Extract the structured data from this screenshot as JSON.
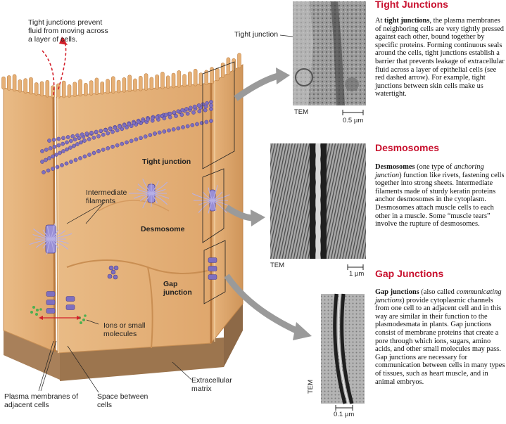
{
  "diagram": {
    "labels": {
      "tight_prevent": "Tight junctions prevent fluid from moving across a layer of cells.",
      "intermediate_filaments": "Intermediate filaments",
      "tight_junction": "Tight junction",
      "desmosome": "Desmosome",
      "gap_junction": "Gap junction",
      "ions": "Ions or small molecules",
      "plasma_membranes": "Plasma membranes of adjacent cells",
      "space_between": "Space between cells",
      "extracellular_matrix": "Extracellular matrix",
      "tight_junction_micro": "Tight junction"
    },
    "micrographs": {
      "tem1": "TEM",
      "scale1": "0.5 µm",
      "tem2": "TEM",
      "scale2": "1 µm",
      "tem3": "TEM",
      "scale3": "0.1 µm"
    }
  },
  "panels": {
    "tight": {
      "title": "Tight Junctions",
      "lead": "At ",
      "term": "tight junctions",
      "body": ", the plasma membranes of neighboring cells are very tightly pressed against each other, bound together by specific proteins. Forming continuous seals around the cells, tight junctions establish a barrier that prevents leakage of extracellular fluid across a layer of epithelial cells (see red dashed arrow). For example, tight junctions between skin cells make us watertight."
    },
    "desmosomes": {
      "title": "Desmosomes",
      "term": "Desmosomes",
      "pre": " (one type of ",
      "italic": "anchoring junction",
      "body": ") function like rivets, fastening cells together into strong sheets. Intermediate filaments made of sturdy keratin proteins anchor desmosomes in the cytoplasm. Desmosomes attach muscle cells to each other in a muscle. Some “muscle tears” involve the rupture of desmosomes."
    },
    "gap": {
      "title": "Gap Junctions",
      "term": "Gap junctions",
      "pre": " (also called ",
      "italic": "communicating junctions",
      "body": ") provide cytoplasmic channels from one cell to an adjacent cell and in this way are similar in their function to the plasmodesmata in plants. Gap junctions consist of membrane proteins that create a pore through which ions, sugars, amino acids, and other small molecules may pass. Gap junctions are necessary for communication between cells in many types of tissues, such as heart muscle, and in animal embryos."
    }
  },
  "colors": {
    "title_red": "#c8102e",
    "cell_fill": "#e8b882",
    "cell_face": "#dba56c",
    "protein_purple": "#7e6fc0",
    "arrow_gray": "#9a9a9a",
    "ion_green": "#4caf50"
  }
}
